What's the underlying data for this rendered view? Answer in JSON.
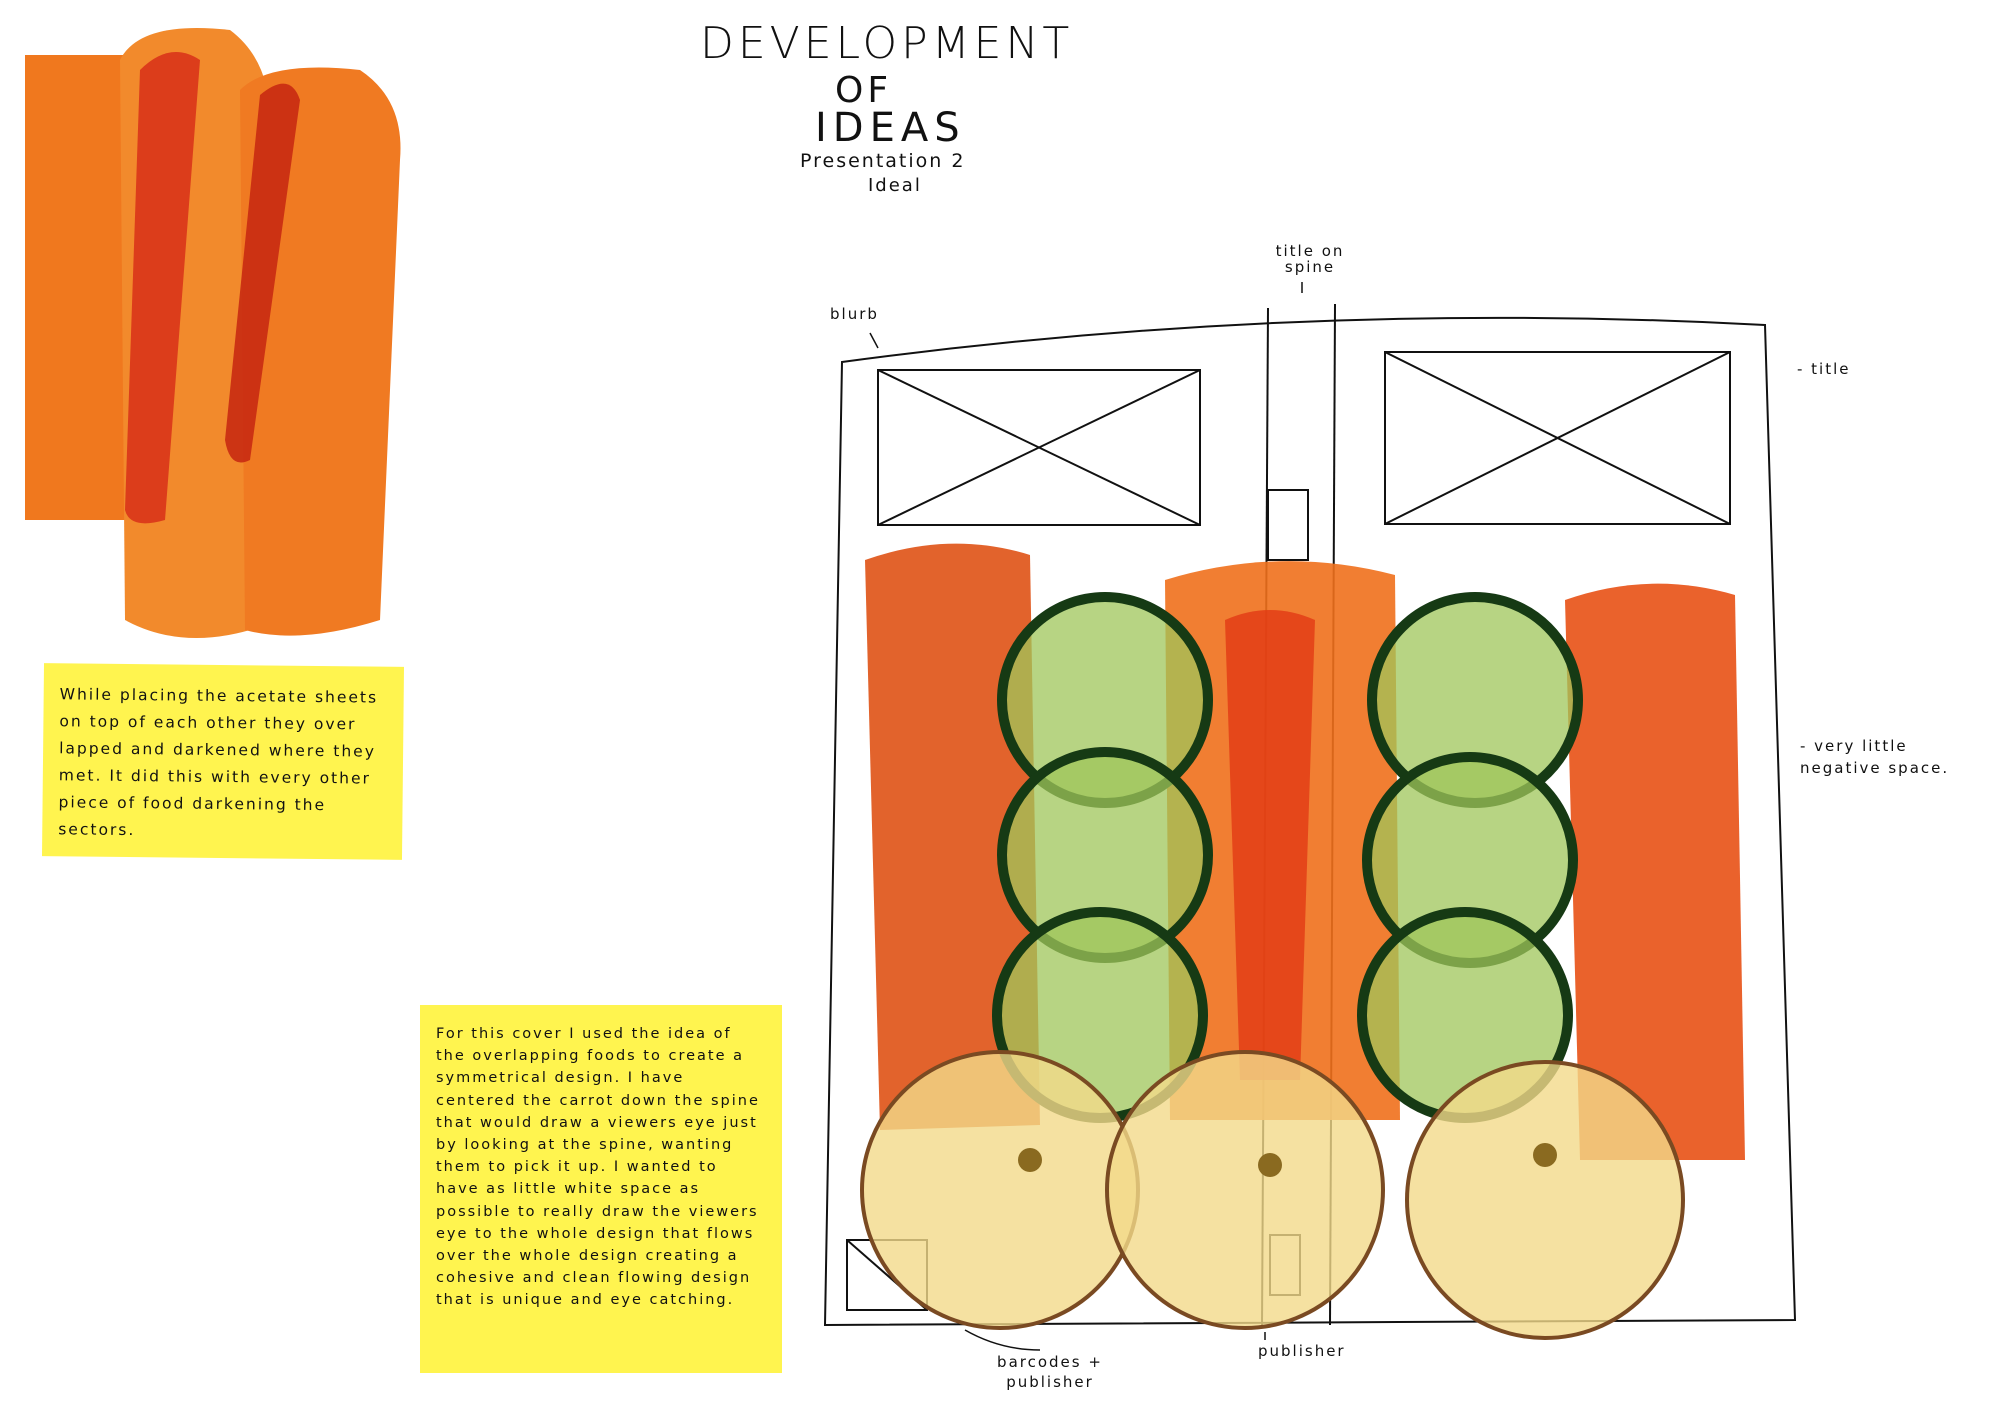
{
  "heading": {
    "line1": "DEVELOPMENT",
    "line2": "OF",
    "line3": "IDEAS",
    "subtitle": "Presentation 2",
    "subtitle2": "Ideal"
  },
  "notes": [
    {
      "text": "While placing the acetate sheets on top of each other they over lapped and darkened where they met. It did this with every other piece of food darkening the sectors."
    },
    {
      "text": "For this cover I used the idea of the overlapping foods to create a symmetrical design. I have centered the carrot down the spine that would draw a viewers eye just by looking at the spine, wanting them to pick it up. I wanted to have as little white space as possible to really draw the viewers eye to the whole design that flows over the whole design creating a cohesive and clean flowing design that is unique and eye catching."
    }
  ],
  "annotations": {
    "title_on_spine": "title on spine",
    "blurb": "blurb",
    "title": "- title",
    "negative_space": "- very little negative space.",
    "barcodes": "barcodes + publisher",
    "publisher": "publisher"
  },
  "colors": {
    "note": "#fff44f",
    "carrot": "#f06a1a",
    "carrot_dark": "#d8340f",
    "cucumber": "#7fae3c",
    "cucumber_skin": "#163a14",
    "apple": "#f3d98a"
  }
}
